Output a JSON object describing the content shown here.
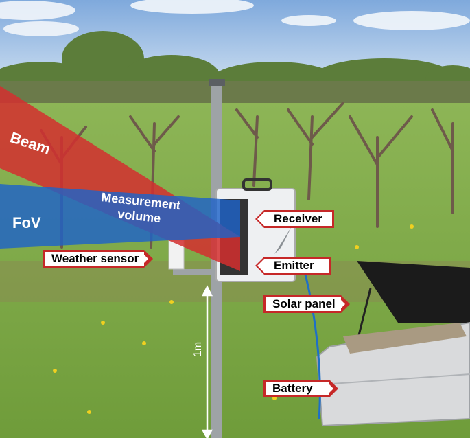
{
  "labels": {
    "beam": "Beam",
    "fov": "FoV",
    "measurement_line1": "Measurement",
    "measurement_line2": "volume",
    "receiver": "Receiver",
    "emitter": "Emitter",
    "weather_sensor": "Weather sensor",
    "solar_panel": "Solar panel",
    "battery": "Battery",
    "height": "1m"
  },
  "colors": {
    "beam": "#d32f2f",
    "fov": "#1e63c8",
    "tag_border": "#c62828"
  }
}
